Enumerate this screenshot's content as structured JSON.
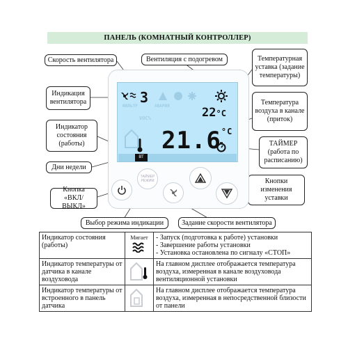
{
  "title": "ПАНЕЛЬ (КОМНАТНЫЙ КОНТРОЛЛЕР)",
  "callouts": {
    "fan_speed": "Скорость вентилятора",
    "heated_ventilation": "Вентиляция с подогревом",
    "temp_setpoint": "Температурная\nуставка (задание\nтемпературы)",
    "fan_indication": "Индикация\nвентилятора",
    "duct_air_temp": "Температура\nвоздуха в канале\n(приток)",
    "status_indicator": "Индикатор\nсостояния\n(работы)",
    "timer": "ТАЙМЕР\n(работа по\nрасписанию)",
    "weekdays": "Дни недели",
    "power_button": "Кнопка\n«ВКЛ/ВЫКЛ»",
    "temp_buttons": "Кнопки\nизменения\nуставки",
    "mode_select": "Выбор режима  индикации",
    "fan_speed_set": "Задание скорости вентилятора"
  },
  "display": {
    "fan_speed_digit": "3",
    "setpoint": "22",
    "setpoint_unit": "°C",
    "main_temp": "21.6",
    "main_temp_unit": "°C",
    "active_day": "ВТ",
    "faint_labels": [
      "ФИЛЬТР",
      "АВАРИЯ",
      "VOC%"
    ],
    "mode_button_label": "ТАЙМЕР\nРЕЖИМ"
  },
  "legend": [
    {
      "label": "Индикатор состояния (работы)",
      "icon_caption": "Мигает",
      "icon": "waves-icon",
      "lines": [
        "- Запуск (подготовка к работе) установки",
        "- Завершение работы установки",
        "- Установка остановлена по сигналу «СТОП»"
      ]
    },
    {
      "label": "Индикатор температуры от датчика в канале воздуховода",
      "icon_caption": "",
      "icon": "duct-thermometer-icon",
      "lines": [
        "На главном дисплее отображается температура воздуха, измеренная в канале воздуховода вентиляционной установки"
      ]
    },
    {
      "label": "Индикатор температуры от встроенного в панель датчика",
      "icon_caption": "",
      "icon": "panel-sensor-icon",
      "lines": [
        "На главном дисплее отображается температура воздуха, измеренная в непосредственной близости от панели"
      ]
    }
  ],
  "colors": {
    "title_bg": "#d4ecd8",
    "screen": "#bfe7fb",
    "accent": "#c0392b"
  }
}
